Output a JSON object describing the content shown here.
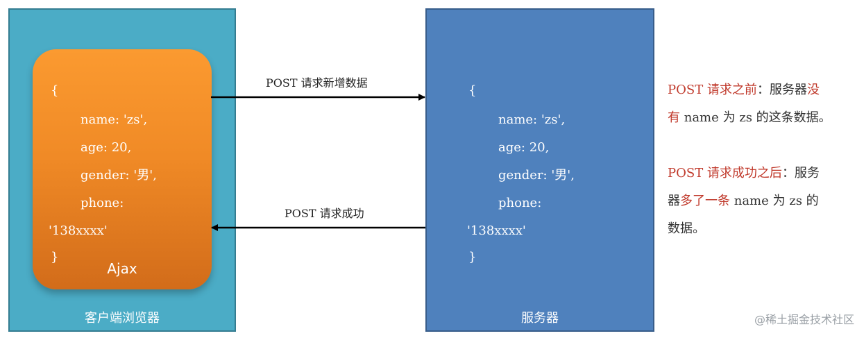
{
  "client": {
    "label": "客户端浏览器",
    "ajax_label": "Ajax",
    "code": {
      "open": "{",
      "name": "name: 'zs',",
      "age": "age: 20,",
      "gender": "gender: '男',",
      "phone_key": "phone:",
      "phone_value": "'138xxxx'",
      "close": "}"
    }
  },
  "server": {
    "label": "服务器",
    "code": {
      "open": "{",
      "name": "name: 'zs',",
      "age": "age: 20,",
      "gender": "gender: '男',",
      "phone_key": "phone:",
      "phone_value": "'138xxxx'",
      "close": "}"
    }
  },
  "arrows": {
    "request_label": "POST 请求新增数据",
    "response_label": "POST 请求成功"
  },
  "notes": {
    "before": {
      "red": "POST 请求之前",
      "line1_rest": "：服务器",
      "line1_red_tail": "没",
      "line2_red_head": "有",
      "line2_rest": " name 为 zs 的这条数据。"
    },
    "after": {
      "red": "POST 请求成功之后",
      "line1_rest": "：服务",
      "line2_head": "器",
      "line2_red": "多了一条",
      "line2_rest": " name 为 zs 的",
      "line3": "数据。"
    }
  },
  "watermark": "@稀土掘金技术社区",
  "colors": {
    "client_bg": "#4bacc6",
    "server_bg": "#4f81bd",
    "ajax_orange": "#f08a26",
    "note_red": "#c0392b"
  }
}
